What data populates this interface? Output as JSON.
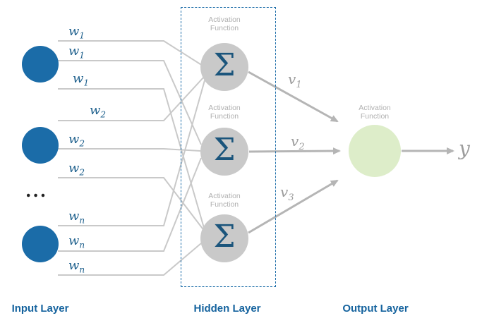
{
  "colors": {
    "input_node": "#1b6ca8",
    "hidden_node": "#c9c9c9",
    "output_node": "#ddedc9",
    "layer_label": "#15639e",
    "weight_label": "#1d5f8c",
    "sigma": "#1b557c",
    "gray_label": "#9c9c9c",
    "activation_label": "#b0b0b0",
    "connection_line": "#c9c9c9",
    "arrow_line": "#b5b5b5",
    "dashed_border": "#1b6ca8",
    "ellipsis": "#222222"
  },
  "input_layer": {
    "label": "Input Layer",
    "ellipsis": "...",
    "weights": [
      {
        "base": "w",
        "sub": "1"
      },
      {
        "base": "w",
        "sub": "1"
      },
      {
        "base": "w",
        "sub": "1"
      },
      {
        "base": "w",
        "sub": "2"
      },
      {
        "base": "w",
        "sub": "2"
      },
      {
        "base": "w",
        "sub": "2"
      },
      {
        "base": "w",
        "sub": "n"
      },
      {
        "base": "w",
        "sub": "n"
      },
      {
        "base": "w",
        "sub": "n"
      }
    ]
  },
  "hidden_layer": {
    "label": "Hidden Layer",
    "sigma": "Σ",
    "activation_line1": "Activation",
    "activation_line2": "Function",
    "v_labels": [
      {
        "base": "v",
        "sub": "1"
      },
      {
        "base": "v",
        "sub": "2"
      },
      {
        "base": "v",
        "sub": "3"
      }
    ]
  },
  "output_layer": {
    "label": "Output Layer",
    "activation_line1": "Activation",
    "activation_line2": "Function",
    "y_label": "y"
  }
}
